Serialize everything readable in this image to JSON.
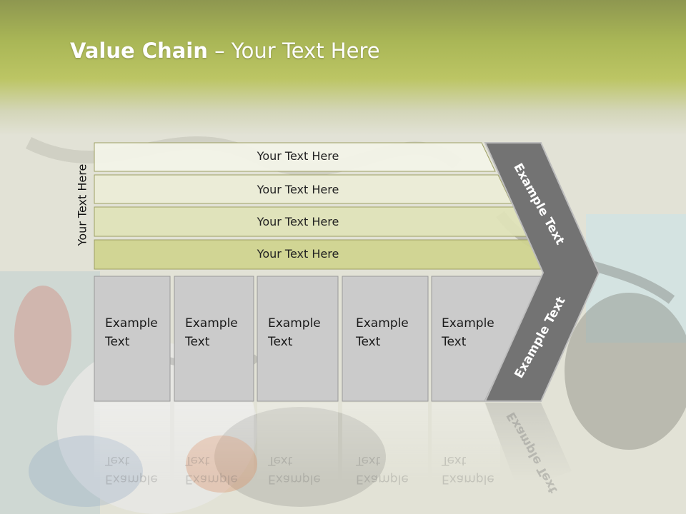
{
  "title": {
    "bold": "Value Chain",
    "rest": " – Your Text Here"
  },
  "side_label": "Your Text Here",
  "bars": [
    {
      "label": "Your Text Here"
    },
    {
      "label": "Your Text Here"
    },
    {
      "label": "Your Text Here"
    },
    {
      "label": "Your Text Here"
    }
  ],
  "boxes": [
    {
      "line1": "Example",
      "line2": "Text"
    },
    {
      "line1": "Example",
      "line2": "Text"
    },
    {
      "line1": "Example",
      "line2": "Text"
    },
    {
      "line1": "Example",
      "line2": "Text"
    },
    {
      "line1": "Example",
      "line2": "Text"
    }
  ],
  "arrow": {
    "top_label": "Example Text",
    "bottom_label": "Example Text"
  },
  "colors": {
    "bar_fills": [
      "#f3f4e8",
      "#ebedd7",
      "#e0e3b8",
      "#cfd48e"
    ],
    "bar_stroke": "#9ea064",
    "box_fill": "#cbcbcb",
    "box_stroke": "#9a9a9a",
    "arrow_fill": "#737373",
    "arrow_stroke": "#bdbdbd"
  }
}
